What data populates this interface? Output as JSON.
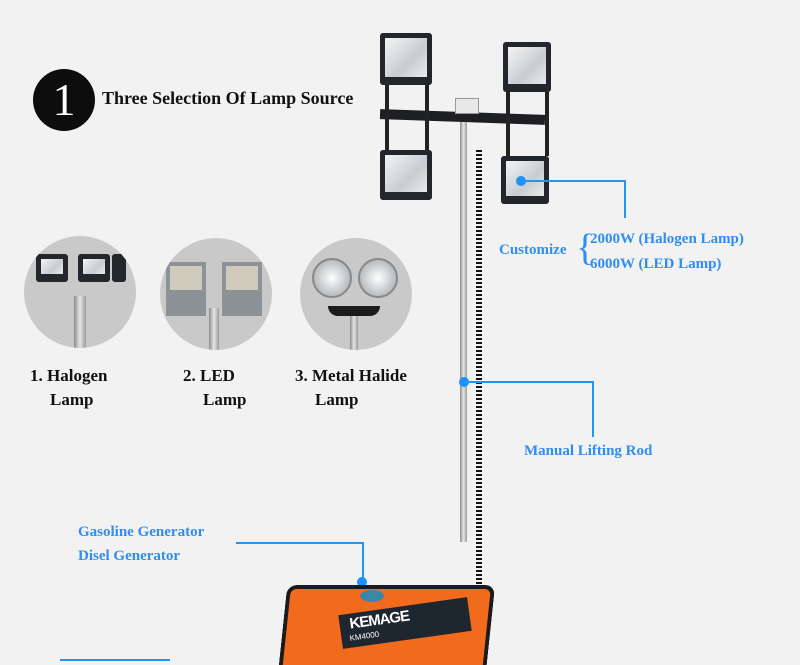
{
  "header": {
    "step_number": "1",
    "title": "Three Selection Of Lamp Source"
  },
  "lamp_options": [
    {
      "line1": "1. Halogen",
      "line2": "Lamp",
      "icon": "halogen-lamp-photo"
    },
    {
      "line1": "2. LED",
      "line2": "Lamp",
      "icon": "led-lamp-photo"
    },
    {
      "line1": "3. Metal Halide",
      "line2": "Lamp",
      "icon": "metal-halide-lamp-photo"
    }
  ],
  "callouts": {
    "customize_label": "Customize",
    "customize_brace": "{",
    "customize_options": [
      "2000W (Halogen Lamp)",
      "6000W (LED Lamp)"
    ],
    "lifting_rod": "Manual Lifting Rod",
    "generator_lines": [
      "Gasoline Generator",
      "Disel Generator"
    ]
  },
  "generator": {
    "brand": "KEMAGE",
    "model": "KM4000"
  },
  "colors": {
    "accent_blue": "#2f8ef0",
    "generator_orange": "#f26b1d",
    "background": "#f2f2f2"
  }
}
